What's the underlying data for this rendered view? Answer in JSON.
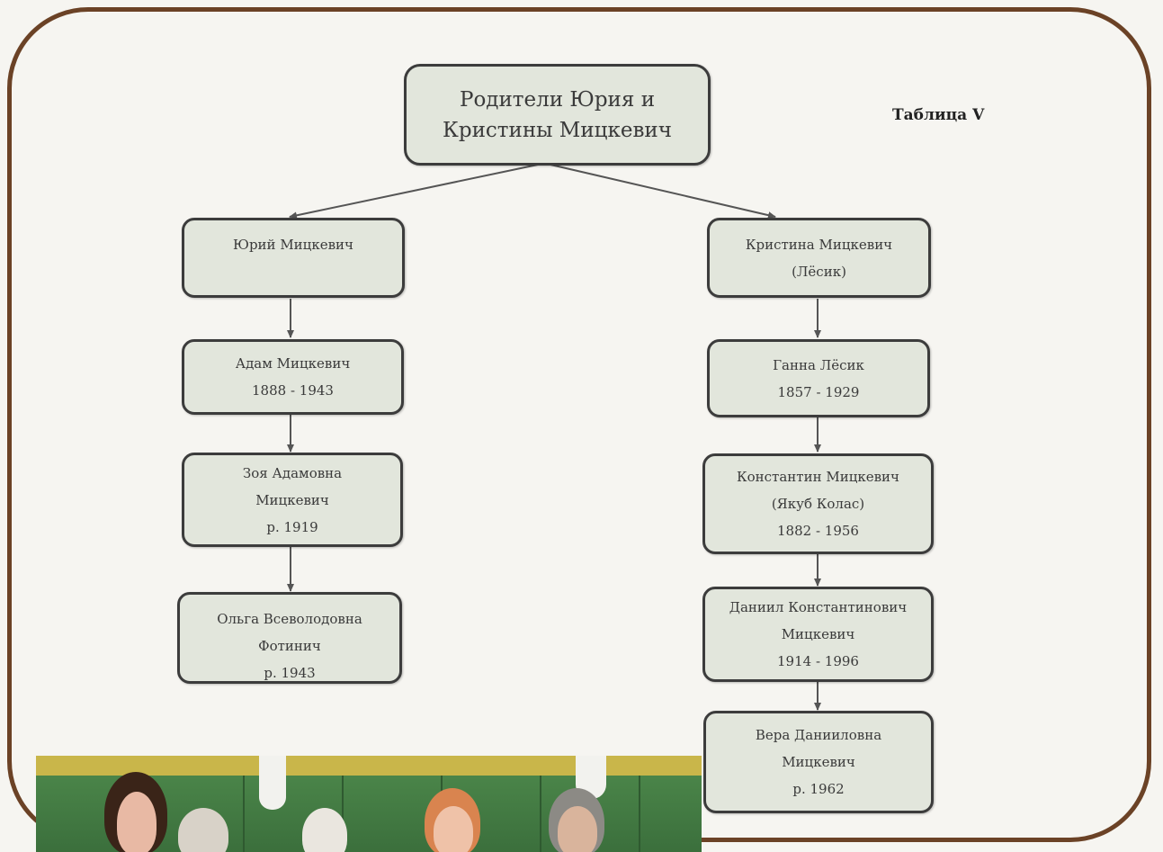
{
  "table_label": "Таблица V",
  "root": {
    "lines": [
      "Родители Юрия и",
      "Кристины Мицкевич"
    ]
  },
  "left_branch": [
    {
      "lines": [
        "Юрий Мицкевич"
      ]
    },
    {
      "lines": [
        "Адам Мицкевич",
        "1888 - 1943"
      ]
    },
    {
      "lines": [
        "Зоя Адамовна",
        "Мицкевич",
        "р. 1919"
      ]
    },
    {
      "lines": [
        "Ольга Всеволодовна",
        "Фотинич",
        "р. 1943"
      ]
    }
  ],
  "right_branch": [
    {
      "lines": [
        "Кристина Мицкевич",
        "(Лёсик)"
      ]
    },
    {
      "lines": [
        "Ганна Лёсик",
        "1857 - 1929"
      ]
    },
    {
      "lines": [
        "Константин Мицкевич",
        "(Якуб Колас)",
        "1882 - 1956"
      ]
    },
    {
      "lines": [
        "Даниил Константинович",
        "Мицкевич",
        "1914 - 1996"
      ]
    },
    {
      "lines": [
        "Вера Данииловна",
        "Мицкевич",
        "р. 1962"
      ]
    }
  ],
  "colors": {
    "frame": "#6b4226",
    "node_fill": "#e2e6dc",
    "node_border": "#3c3c3c",
    "connector": "#555555"
  }
}
